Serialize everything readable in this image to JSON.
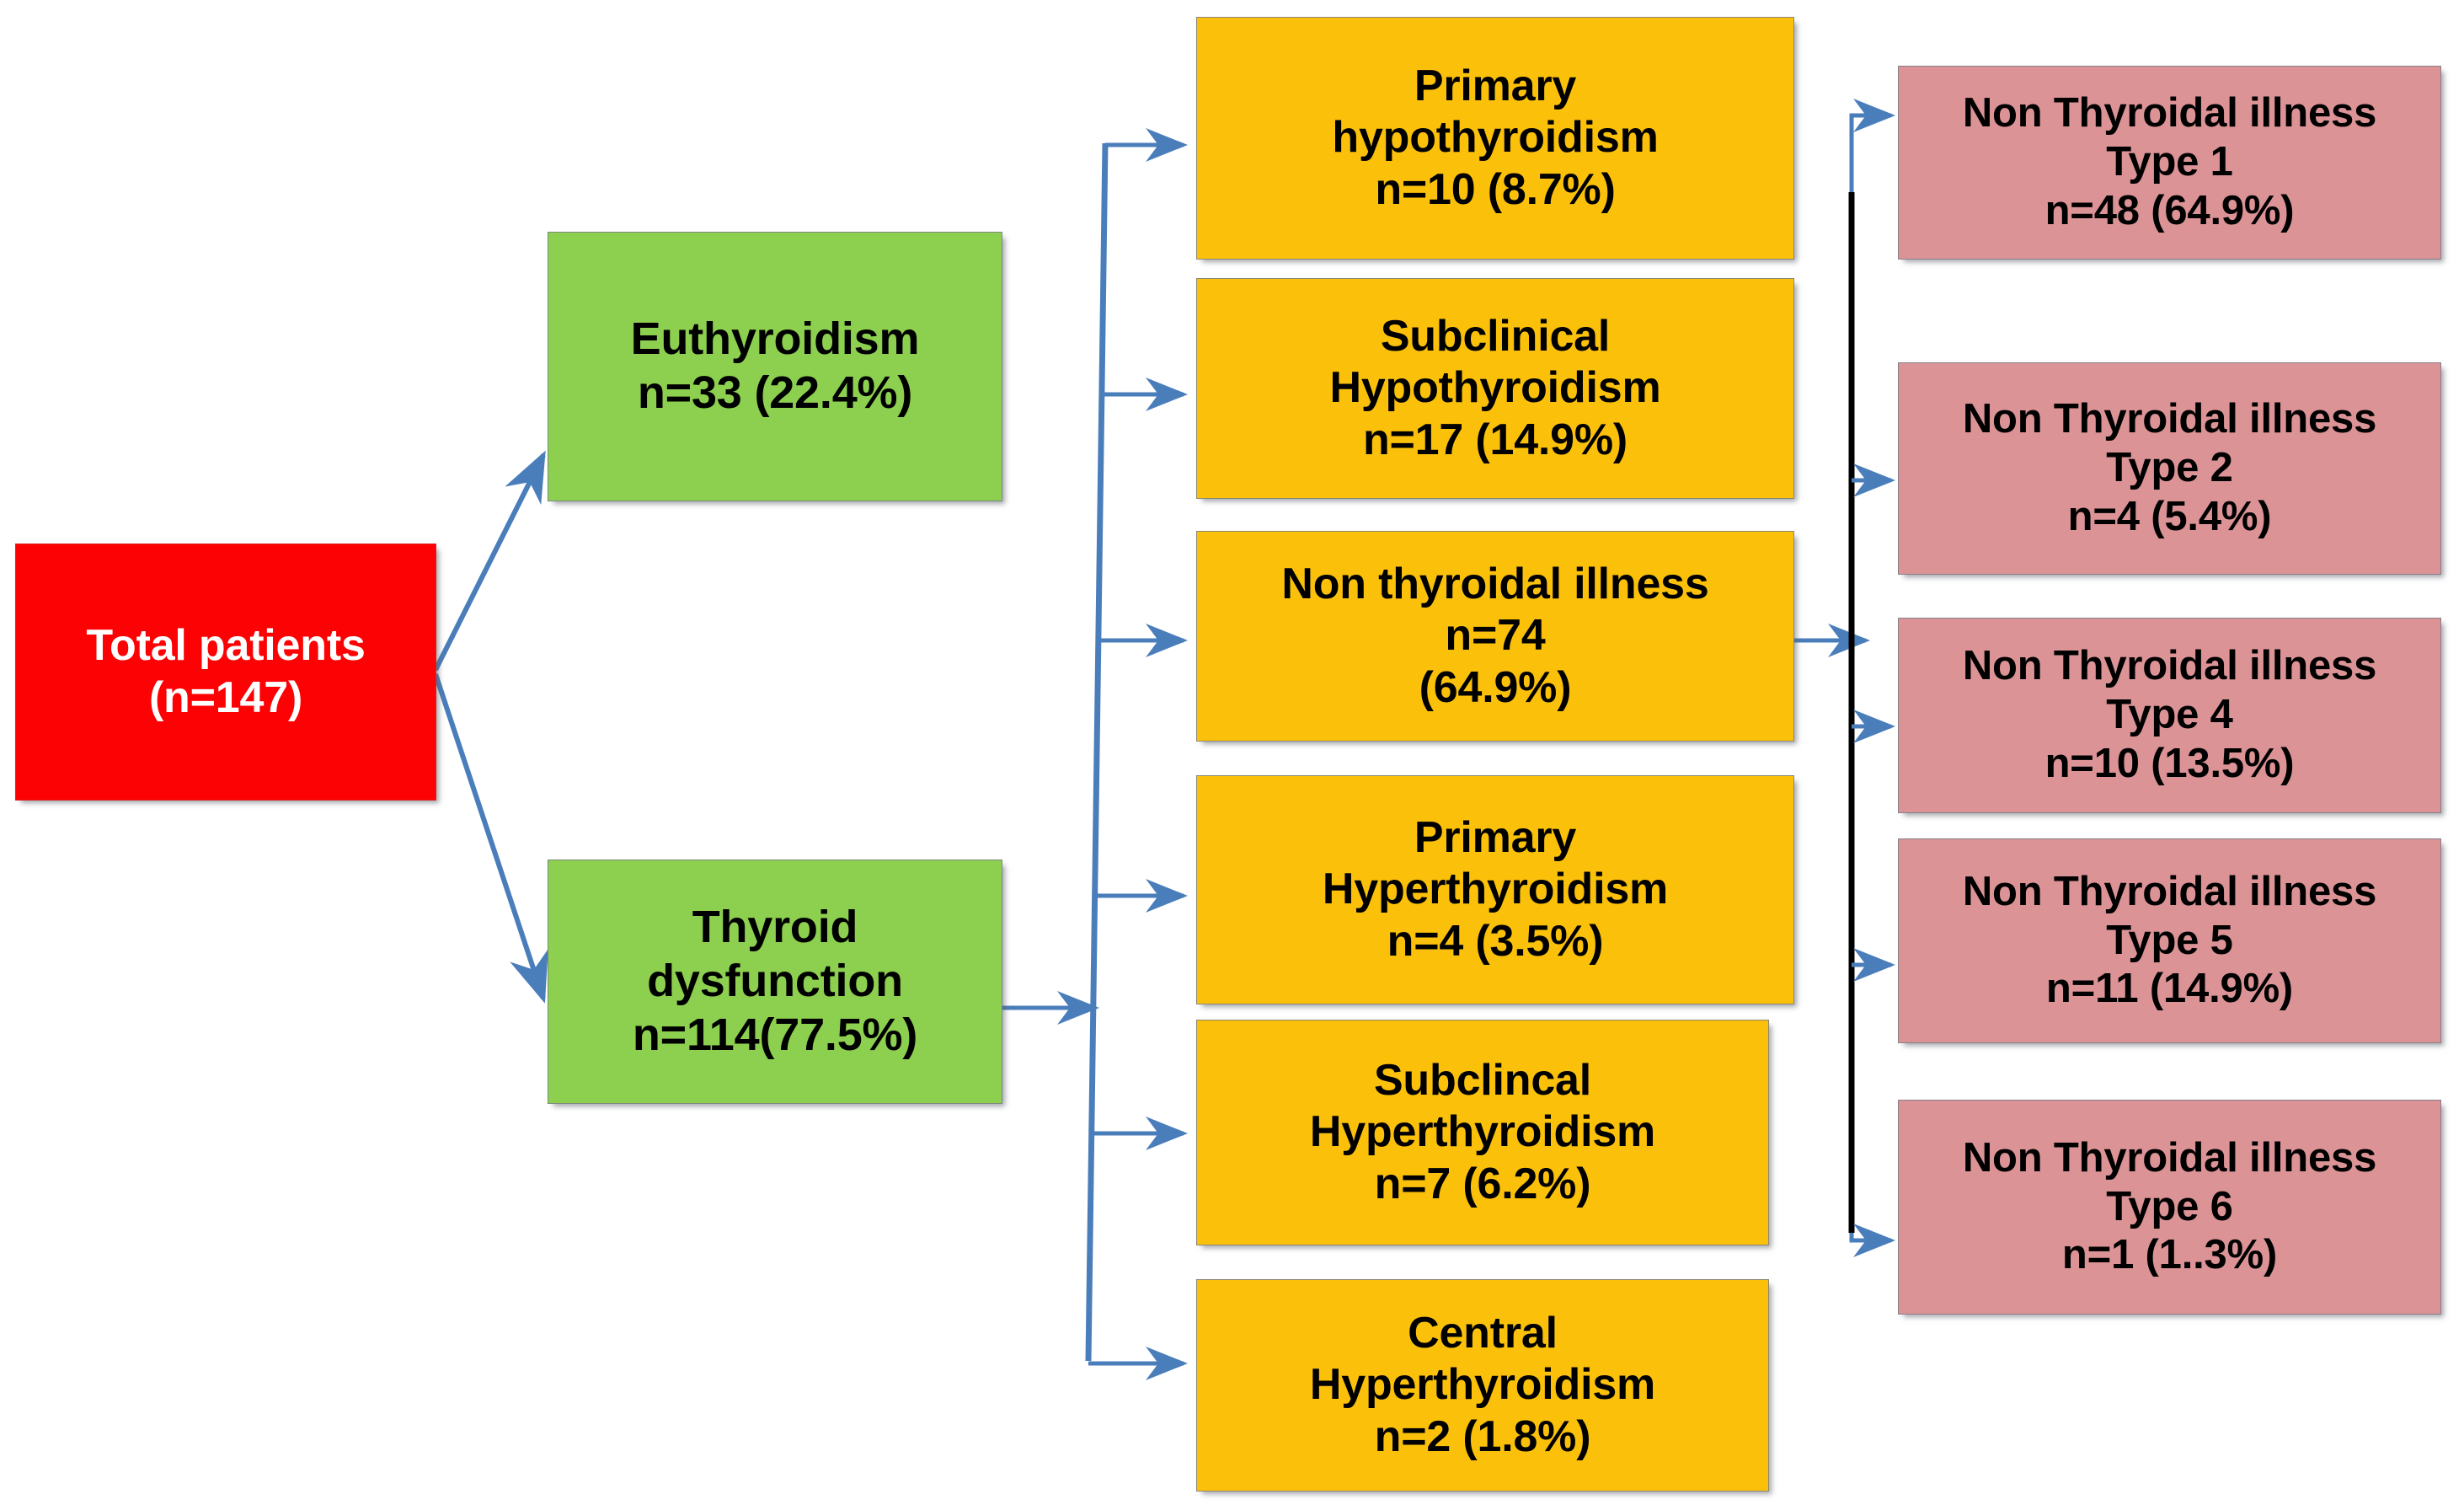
{
  "diagram": {
    "title": "Thyroid function status flowchart",
    "colors": {
      "root": "#FC0204",
      "level1": "#8DD04F",
      "level2": "#FBC10A",
      "level3": "#DB9396",
      "arrow": "#4A7EBB",
      "trunk_right": "#000000"
    },
    "root": {
      "id": "total-patients",
      "lines": [
        "Total patients",
        "(n=147)"
      ]
    },
    "level1": [
      {
        "id": "euthyroidism",
        "lines": [
          "Euthyroidism",
          "n=33 (22.4%)"
        ]
      },
      {
        "id": "thyroid-dysfunction",
        "lines": [
          "Thyroid",
          "dysfunction",
          "n=114(77.5%)"
        ]
      }
    ],
    "level2": [
      {
        "id": "primary-hypothyroidism",
        "lines": [
          "Primary",
          "hypothyroidism",
          "n=10 (8.7%)"
        ]
      },
      {
        "id": "subclinical-hypothyroidism",
        "lines": [
          "Subclinical",
          "Hypothyroidism",
          "n=17 (14.9%)"
        ]
      },
      {
        "id": "non-thyroidal-illness",
        "lines": [
          "Non thyroidal illness",
          "n=74",
          "(64.9%)"
        ]
      },
      {
        "id": "primary-hyperthyroidism",
        "lines": [
          "Primary",
          "Hyperthyroidism",
          "n=4 (3.5%)"
        ]
      },
      {
        "id": "subclinical-hyperthyroidism",
        "lines": [
          "Subclincal",
          "Hyperthyroidism",
          "n=7 (6.2%)"
        ]
      },
      {
        "id": "central-hyperthyroidism",
        "lines": [
          "Central",
          "Hyperthyroidism",
          "n=2 (1.8%)"
        ]
      }
    ],
    "level3": [
      {
        "id": "nti-type-1",
        "lines": [
          "Non Thyroidal illness",
          "Type 1",
          "n=48 (64.9%)"
        ]
      },
      {
        "id": "nti-type-2",
        "lines": [
          "Non Thyroidal illness",
          "Type 2",
          "n=4 (5.4%)"
        ]
      },
      {
        "id": "nti-type-4",
        "lines": [
          "Non Thyroidal illness",
          "Type 4",
          "n=10 (13.5%)"
        ]
      },
      {
        "id": "nti-type-5",
        "lines": [
          "Non Thyroidal illness",
          "Type 5",
          "n=11 (14.9%)"
        ]
      },
      {
        "id": "nti-type-6",
        "lines": [
          "Non Thyroidal illness",
          "Type 6",
          "n=1  (1..3%)"
        ]
      }
    ]
  }
}
